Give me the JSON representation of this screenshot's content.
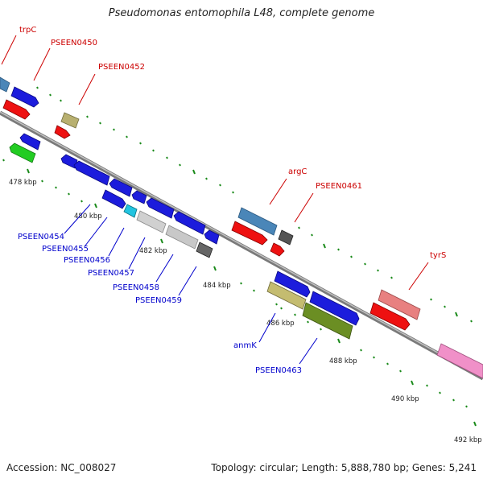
{
  "title": "Pseudomonas entomophila L48, complete genome",
  "footer": {
    "accession": "Accession: NC_008027",
    "topology": "Topology: circular; Length: 5,888,780 bp; Genes: 5,241"
  },
  "kbp_labels": [
    "478 kbp",
    "480 kbp",
    "482 kbp",
    "484 kbp",
    "486 kbp",
    "488 kbp",
    "490 kbp",
    "492 kbp"
  ],
  "gene_labels_red": [
    "trpC",
    "PSEEN0450",
    "PSEEN0452",
    "argC",
    "PSEEN0461",
    "tyrS"
  ],
  "gene_labels_blue": [
    "PSEEN0454",
    "PSEEN0455",
    "PSEEN0456",
    "PSEEN0457",
    "PSEEN0458",
    "PSEEN0459",
    "anmK",
    "PSEEN0463"
  ],
  "colors": {
    "red_label": "#cc0000",
    "blue_label": "#0000cc",
    "tick": "#1a8a1a",
    "backbone": "#888888"
  }
}
